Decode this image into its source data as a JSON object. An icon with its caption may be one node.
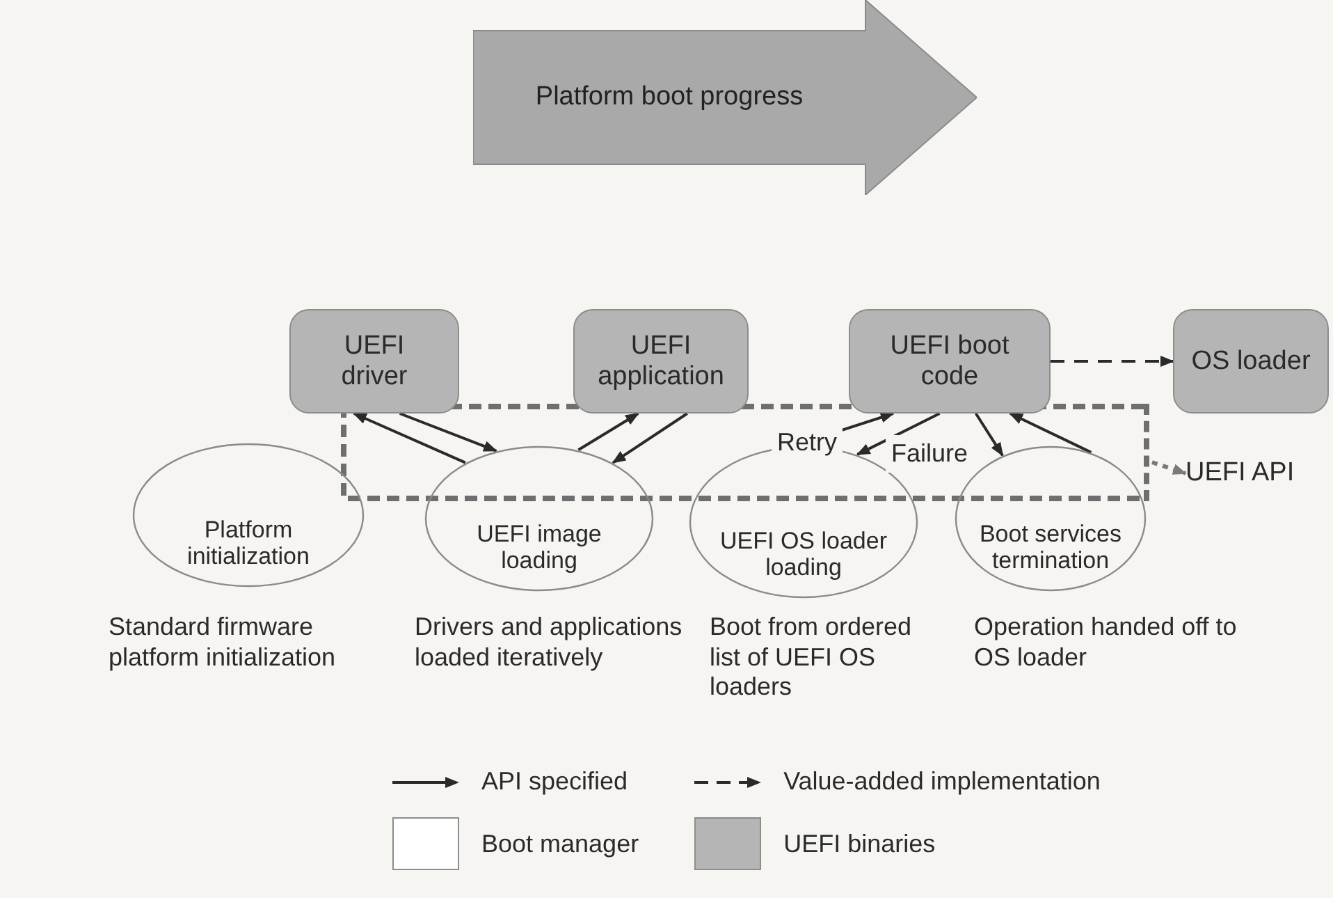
{
  "diagram": {
    "nodes": [
      {
        "text": [
          "Platform boot progress"
        ]
      },
      {
        "text": [
          "UEFI driver"
        ]
      },
      {
        "text": [
          "UEFI application"
        ]
      },
      {
        "text": [
          "UEFI boot code"
        ]
      },
      {
        "text": [
          "OS loader"
        ]
      },
      {
        "text": [
          "UEFI API"
        ]
      },
      {
        "text": [
          "Platform initialization"
        ],
        "beside": [
          "Standard firmware platform initialization"
        ]
      },
      {
        "text": [
          "UEFI image loading"
        ],
        "beside": [
          "Drivers and applications loaded iteratively"
        ]
      },
      {
        "text": [
          "UEFI OS loader loading"
        ],
        "beside": [
          "Boot from ordered list of UEFI OS loaders"
        ]
      },
      {
        "text": [
          "Boot services termination"
        ],
        "beside": [
          "Operation handed off to OS loader"
        ]
      },
      {
        "text": [],
        "shape": "box"
      }
    ],
    "edges": [
      {
        "from": 7,
        "to": 1,
        "arrow": "to"
      },
      {
        "from": 1,
        "to": 7,
        "arrow": "to"
      },
      {
        "from": 7,
        "to": 2,
        "arrow": "to"
      },
      {
        "from": 2,
        "to": 7,
        "arrow": "to"
      },
      {
        "from": 8,
        "to": 3,
        "arrow": "to",
        "label": "Retry"
      },
      {
        "from": 3,
        "to": 8,
        "arrow": "to",
        "label": "Failure"
      },
      {
        "from": 3,
        "to": 9,
        "arrow": "to"
      },
      {
        "from": 9,
        "to": 3,
        "arrow": "to"
      },
      {
        "from": 3,
        "to": 4,
        "arrow": "to",
        "style": "dashed"
      },
      {
        "from": 10,
        "to": 5,
        "arrow": "to",
        "style": "dashed",
        "color": "#7a7a7a"
      }
    ],
    "legend": [
      {
        "text": "API specified"
      },
      {
        "text": "Value-added implementation"
      },
      {
        "text": "Boot manager",
        "color": "#ffffff"
      },
      {
        "text": "UEFI binaries",
        "color": "#b5b5b5"
      }
    ]
  }
}
